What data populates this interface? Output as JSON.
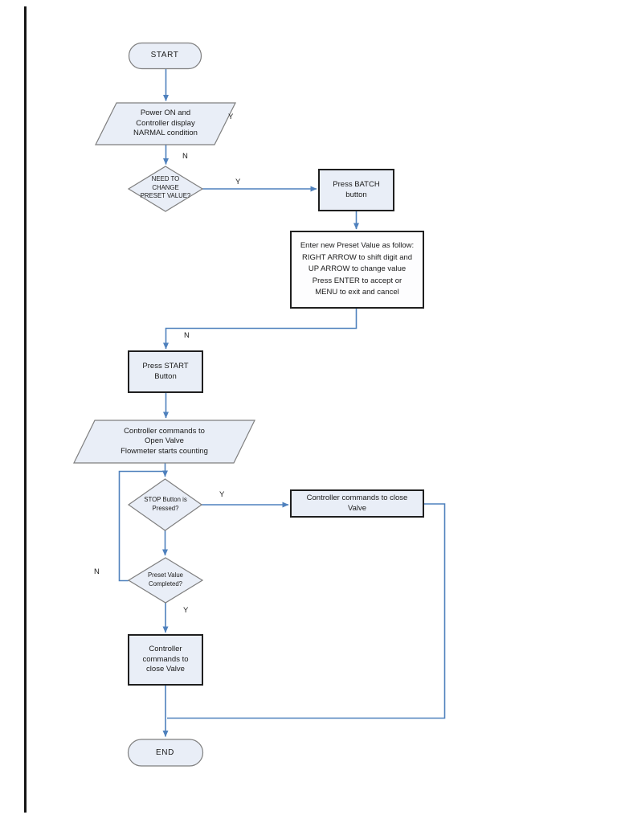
{
  "colors": {
    "connector_blue": "#4f81bd",
    "node_fill": "#e9eef7",
    "note_fill": "#fdfdfe",
    "node_border_gray": "#7f7f7f",
    "process_border_dark": "#1f1f1f",
    "text": "#1a1a1a",
    "page_edge": "#161616"
  },
  "nodes": {
    "start": {
      "text": "START"
    },
    "power_on": {
      "text": "Power ON and\nController display\nNARMAL condition"
    },
    "need_change": {
      "text": "NEED TO\nCHANGE\nPRESET VALUE?"
    },
    "press_batch": {
      "text": "Press BATCH\nbutton"
    },
    "enter_preset": {
      "text": "Enter new Preset Value as follow:\nRIGHT ARROW to shift digit and\nUP ARROW to change value\nPress ENTER to accept or\nMENU to exit and cancel"
    },
    "press_start": {
      "text": "Press START\nButton"
    },
    "open_valve": {
      "text": "Controller commands to\nOpen Valve\nFlowmeter starts counting"
    },
    "stop_pressed": {
      "text": "STOP Button is\nPressed?"
    },
    "close_valve_right": {
      "text": "Controller commands to close\nValve"
    },
    "preset_done": {
      "text": "Preset Value\nCompleted?"
    },
    "close_valve_main": {
      "text": "Controller\ncommands to\nclose Valve"
    },
    "end": {
      "text": "END"
    }
  },
  "branch_labels": {
    "power_on_y": "Y",
    "need_change_n": "N",
    "need_change_y": "Y",
    "merge_n": "N",
    "stop_y": "Y",
    "preset_n": "N",
    "preset_y": "Y"
  }
}
